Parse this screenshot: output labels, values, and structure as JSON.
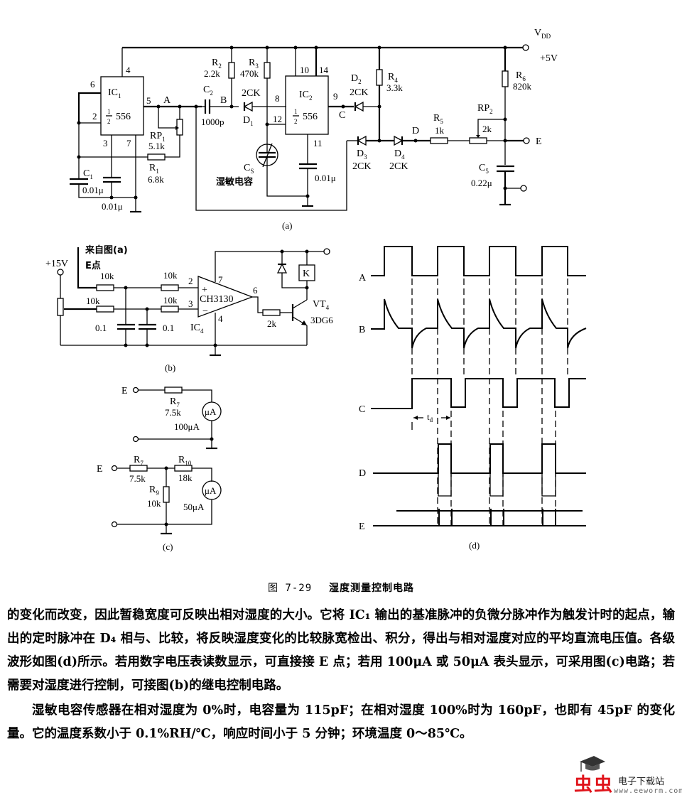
{
  "figure": {
    "caption_number": "图 7-29",
    "caption_title": "湿度测量控制电路",
    "panel_a": {
      "label": "(a)",
      "supply_label": "V",
      "supply_sub": "DD",
      "supply_value": "+5V",
      "ic1": {
        "name": "IC",
        "sub": "1",
        "part": "556",
        "half_num": "1",
        "half_den": "2",
        "pins": {
          "p4": "4",
          "p6": "6",
          "p2": "2",
          "p5": "5",
          "p3": "3",
          "p7": "7"
        }
      },
      "ic2": {
        "name": "IC",
        "sub": "2",
        "part": "556",
        "half_num": "1",
        "half_den": "2",
        "pins": {
          "p10": "10",
          "p14": "14",
          "p8": "8",
          "p12": "12",
          "p9": "9",
          "p11": "11"
        }
      },
      "nodes": {
        "A": "A",
        "B": "B",
        "C": "C",
        "D": "D",
        "E": "E"
      },
      "R1": {
        "name": "R",
        "sub": "1",
        "value": "6.8k"
      },
      "RP1": {
        "name": "RP",
        "sub": "1",
        "value": "5.1k"
      },
      "R2": {
        "name": "R",
        "sub": "2",
        "value": "2.2k"
      },
      "R3": {
        "name": "R",
        "sub": "3",
        "value": "470k"
      },
      "R4": {
        "name": "R",
        "sub": "4",
        "value": "3.3k"
      },
      "R5": {
        "name": "R",
        "sub": "5",
        "value": "1k"
      },
      "R6": {
        "name": "R",
        "sub": "6",
        "value": "820k"
      },
      "RP2": {
        "name": "RP",
        "sub": "2",
        "value": "2k"
      },
      "C1": {
        "name": "C",
        "sub": "1",
        "value": "0.01μ"
      },
      "C1b": {
        "value": "0.01μ"
      },
      "C2": {
        "name": "C",
        "sub": "2",
        "value": "1000p"
      },
      "C11": {
        "value": "0.01μ"
      },
      "C5": {
        "name": "C",
        "sub": "5",
        "value": "0.22μ"
      },
      "Cs": {
        "name": "C",
        "sub": "S",
        "desc": "湿敏电容"
      },
      "D1": {
        "name": "D",
        "sub": "1",
        "type": "2CK"
      },
      "D2": {
        "name": "D",
        "sub": "2",
        "type": "2CK"
      },
      "D3": {
        "name": "D",
        "sub": "3",
        "type": "2CK"
      },
      "D4": {
        "name": "D",
        "sub": "4",
        "type": "2CK"
      }
    },
    "panel_b": {
      "label": "(b)",
      "from_label": "来自图(a)",
      "from_point": "E点",
      "supply": "+15V",
      "r_in1": "10k",
      "r_in2": "10k",
      "r_in3": "10k",
      "r_in4": "10k",
      "cap1": "0.1",
      "cap2": "0.1",
      "opamp": "CH3130",
      "ic": "IC",
      "ic_sub": "4",
      "pin2": "2",
      "pin3": "3",
      "pin4": "4",
      "pin6": "6",
      "pin7": "7",
      "plus": "+",
      "minus": "−",
      "r_base": "2k",
      "transistor": "VT",
      "transistor_sub": "4",
      "transistor_type": "3DG6",
      "relay": "K"
    },
    "panel_c": {
      "label": "(c)",
      "top": {
        "input": "E",
        "R": "R",
        "R_sub": "7",
        "R_value": "7.5k",
        "meter": "μA",
        "meter_range": "100μA"
      },
      "bottom": {
        "input": "E",
        "R7": "R",
        "R7_sub": "7",
        "R7_value": "7.5k",
        "R9": "R",
        "R9_sub": "9",
        "R9_value": "10k",
        "R10": "R",
        "R10_sub": "10",
        "R10_value": "18k",
        "meter": "μA",
        "meter_range": "50μA"
      }
    },
    "panel_d": {
      "label": "(d)",
      "signals": [
        "A",
        "B",
        "C",
        "D",
        "E"
      ],
      "td_label": "t",
      "td_sub": "d"
    }
  },
  "body": {
    "paragraph1": "的变化而改变，因此暂稳宽度可反映出相对湿度的大小。它将 IC₁ 输出的基准脉冲的负微分脉冲作为触发计时的起点，输出的定时脉冲在 D₄ 相与、比较，将反映湿度变化的比较脉宽检出、积分，得出与相对湿度对应的平均直流电压值。各级波形如图(d)所示。若用数字电压表读数显示，可直接接 E 点；若用 100μA 或 50μA 表头显示，可采用图(c)电路；若需要对湿度进行控制，可接图(b)的继电控制电路。",
    "paragraph2": "湿敏电容传感器在相对湿度为 0%时，电容量为 115pF；在相对湿度 100%时为 160pF，也即有 45pF 的变化量。它的温度系数小于 0.1%RH/℃，响应时间小于 5 分钟；环境温度 0～85℃。"
  },
  "watermark": {
    "brand": "虫虫",
    "site_name": "电子下载站",
    "url": "www.eeworm.com",
    "brand_color": "#e0141b"
  }
}
